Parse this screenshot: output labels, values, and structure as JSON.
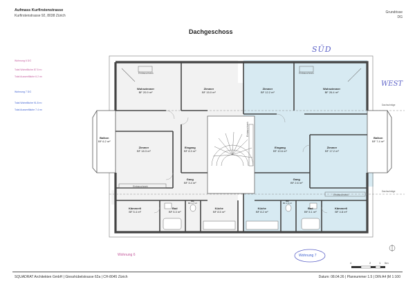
{
  "header": {
    "title": "Aufmass Kurfirstenstrasse",
    "address": "Kurfirstenstrasse 92, 8038 Zürich",
    "doc_type": "Grundrisse",
    "level_short": "DG"
  },
  "drawing_title": "Dachgeschoss",
  "legend": {
    "w6_name": "Wohnung 6 DG",
    "w6_wohnflaeche": "Total Wohnfläche 87.5 m²",
    "w6_aussenflaeche": "Total Aussenfläche 6.2 m²",
    "w7_name": "Wohnung 7 DG",
    "w7_wohnflaeche": "Total Wohnfläche 91.8 m²",
    "w7_aussenflaeche": "Total Aussenfläche 7.4 m²"
  },
  "rooms": {
    "wohnzimmer_l": {
      "name": "Wohnzimmer",
      "area": "BF 20.9 m²"
    },
    "zimmer_top_l": {
      "name": "Zimmer",
      "area": "BF 15.0 m²"
    },
    "zimmer_top_r": {
      "name": "Zimmer",
      "area": "BF 12.2 m²"
    },
    "wohnzimmer_r": {
      "name": "Wohnzimmer",
      "area": "BF 26.4 m²"
    },
    "balkon_l": {
      "name": "Balkon",
      "area": "BF 6.2 m²"
    },
    "balkon_r": {
      "name": "Balkon",
      "area": "BF 7.4 m²"
    },
    "zimmer_mid_l": {
      "name": "Zimmer",
      "area": "BF 18.3 m²"
    },
    "eingang_l": {
      "name": "Eingang",
      "area": "BF 8.3 m²"
    },
    "eingang_r": {
      "name": "Eingang",
      "area": "BF 10.6 m²"
    },
    "zimmer_mid_r": {
      "name": "Zimmer",
      "area": "BF 17.2 m²"
    },
    "gang_l": {
      "name": "Gang",
      "area": "BF 3.4 m²"
    },
    "gang_r": {
      "name": "Gang",
      "area": "BF 2.6 m²"
    },
    "kaemmerli_l": {
      "name": "Kämmerli",
      "area": "BF 5.4 m²"
    },
    "bad_l": {
      "name": "Bad",
      "area": "BF 5.3 m²"
    },
    "wc_l": {
      "name": "WC",
      "area": "BF 1.7 m²"
    },
    "kueche_l": {
      "name": "Küche",
      "area": "BF 8.5 m²"
    },
    "kueche_r": {
      "name": "Küche",
      "area": "BF 8.2 m²"
    },
    "wc_r": {
      "name": "WC",
      "area": "BF 1.6 m²"
    },
    "bad_r": {
      "name": "Bad",
      "area": "BF 5.1 m²"
    },
    "kaemmerli_r": {
      "name": "Kämmerli",
      "area": "BF 4.8 m²"
    }
  },
  "plan_labels": {
    "dachschraege_top": "Dachschräge",
    "dachschraege_bottom": "Dachschräge",
    "einbauschrank_l": "Einbauschrank",
    "einbauschrank_r": "Einbauschrank",
    "einbauschrank_mid": "Einbauschrank",
    "einbauschrank_top_l": "Einbauschrank",
    "einbauschrank_top_r": "Einbauschrank"
  },
  "handwriting": {
    "south": "SÜD",
    "west": "WEST"
  },
  "wohnung_labels": {
    "w6": "Wohnung 6",
    "w7": "Wohnung 7"
  },
  "scale_bar_labels": [
    "4",
    "2",
    "1",
    "0m"
  ],
  "footer": {
    "left": "SQUADRAT Architekten GmbH  |  Giesshübelstrasse 62a  |  CH-8045 Zürich",
    "right": "Datum: 08.04.26  |  Plannummer 1.5  |  DIN A4  |M  1:100"
  },
  "colors": {
    "wohnung6_fill": "#f2f2f2",
    "wohnung7_fill": "#d7eaf2",
    "wohnung6_text": "#c2569a",
    "wohnung7_text": "#3c5fd0",
    "handwriting": "#5d63c8",
    "wall": "#444444"
  }
}
